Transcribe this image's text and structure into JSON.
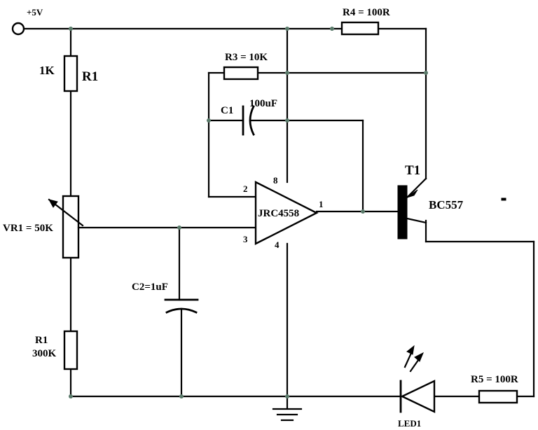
{
  "labels": {
    "supply": "+5V",
    "r4": "R4 = 100R",
    "r3": "R3 = 10K",
    "r1_value": "1K",
    "r1_name": "R1",
    "c1_name": "C1",
    "c1_value": "100uF",
    "t1_name": "T1",
    "t1_part": "BC557",
    "pin8": "8",
    "pin2": "2",
    "pin1": "1",
    "pin3": "3",
    "pin4": "4",
    "opamp": "JRC4558",
    "vr1": "VR1 = 50K",
    "c2": "C2=1uF",
    "r1b_name": "R1",
    "r1b_value": "300K",
    "r5": "R5 = 100R",
    "led": "LED1"
  }
}
